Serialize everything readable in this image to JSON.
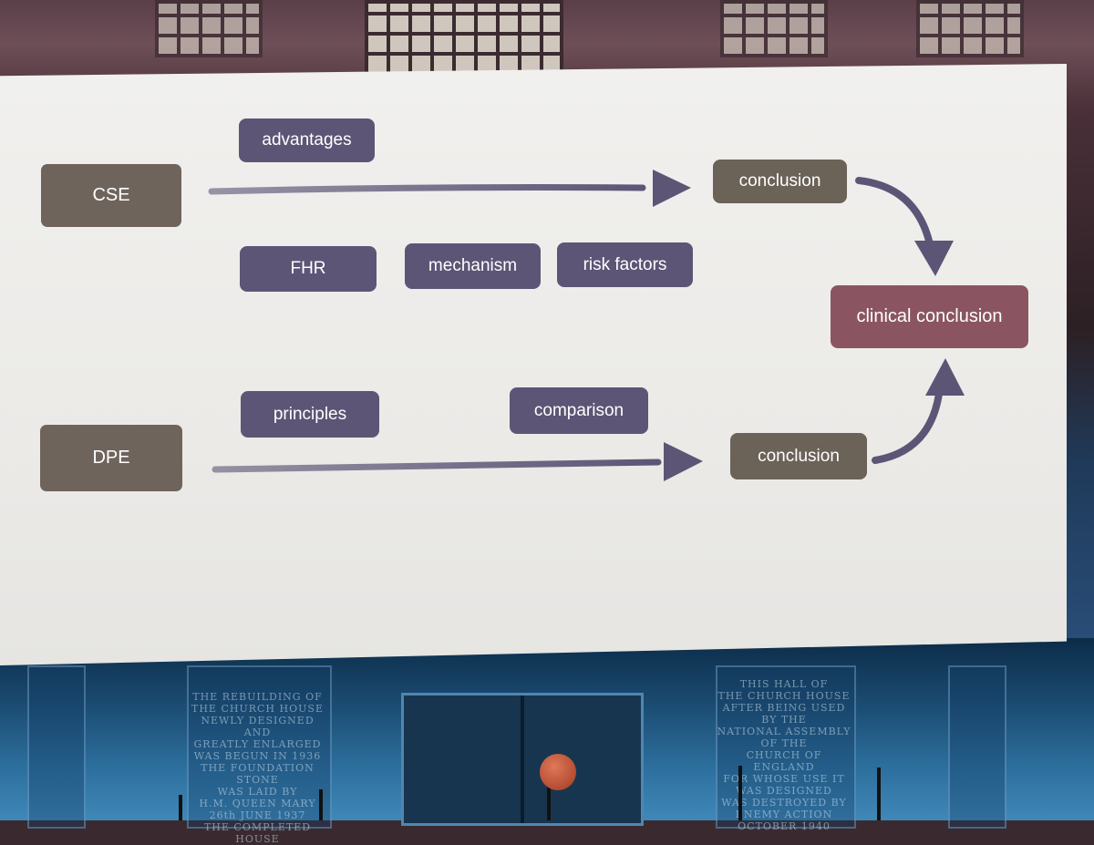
{
  "diagram": {
    "source_nodes": {
      "cse": "CSE",
      "dpe": "DPE"
    },
    "top_labels": {
      "advantages": "advantages"
    },
    "middle_labels": {
      "fhr": "FHR",
      "mechanism": "mechanism",
      "risk_factors": "risk factors"
    },
    "bottom_labels": {
      "principles": "principles",
      "comparison": "comparison"
    },
    "conclusions": {
      "top": "conclusion",
      "bottom": "conclusion"
    },
    "final": "clinical conclusion"
  },
  "colors": {
    "source_box": "#6f645c",
    "label_box": "#5d5576",
    "conclusion_box": "#6b6258",
    "final_box": "#8a5561",
    "arrow": "#5d5576",
    "screen": "#eeedea"
  },
  "background_plaques": {
    "left": "THE REBUILDING OF\nTHE CHURCH HOUSE\nNEWLY DESIGNED AND\nGREATLY ENLARGED\nWAS BEGUN IN 1936\nTHE FOUNDATION STONE\nWAS LAID BY\nH.M. QUEEN MARY\n26th JUNE 1937\nTHE COMPLETED HOUSE",
    "right": "THIS HALL OF\nTHE CHURCH HOUSE\nAFTER BEING USED\nBY THE\nNATIONAL ASSEMBLY\nOF THE\nCHURCH OF ENGLAND\nFOR WHOSE USE IT\nWAS DESIGNED\nWAS DESTROYED BY\nENEMY ACTION\nOCTOBER 1940"
  }
}
